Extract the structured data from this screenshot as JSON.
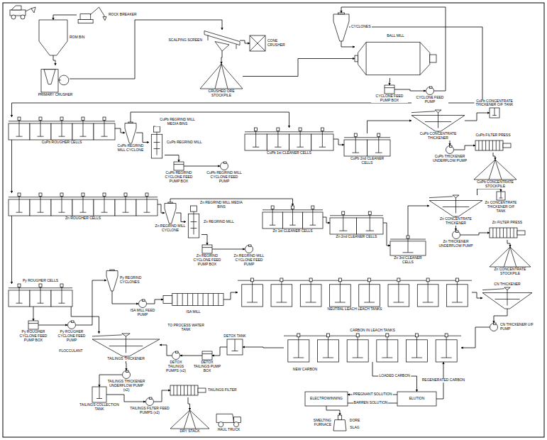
{
  "diagram": {
    "nodes": [
      {
        "text": [
          "ROM BIN"
        ]
      },
      {
        "text": [
          "ROCK BREAKER"
        ]
      },
      {
        "text": [
          "PRIMARY CRUSHER"
        ]
      },
      {
        "text": [
          "SCALPING SCREEN"
        ]
      },
      {
        "text": [
          "CONE CRUSHER"
        ]
      },
      {
        "text": [
          "CRUSHED ORE STOCKPILE"
        ]
      },
      {
        "text": [
          "CYCLONES"
        ]
      },
      {
        "text": [
          "BALL MILL"
        ]
      },
      {
        "text": [
          "CYCLONE FEED PUMP BOX"
        ]
      },
      {
        "text": [
          "CYCLONE FEED PUMP"
        ]
      },
      {
        "text": [
          "CuPb ROUGHER CELLS"
        ]
      },
      {
        "text": [
          "CuPb REGRIND MILL CYCLONE"
        ]
      },
      {
        "text": [
          "CuPb REGRIND MILL"
        ]
      },
      {
        "text": [
          "CuPb REGRIND CYCLONE FEED PUMP BOX"
        ]
      },
      {
        "text": [
          "CuPb REGRIND MILL CYCLONE FEED PUMP"
        ]
      },
      {
        "text": [
          "CuPb 1st CLEANER CELLS"
        ]
      },
      {
        "text": [
          "CuPb 2nd CLEANER CELLS"
        ]
      },
      {
        "text": [
          "CuPb CONCENTRATE THICKENER"
        ]
      },
      {
        "text": [
          "CuPb CONCENTRATE THICKENER O/F TANK"
        ]
      },
      {
        "text": [
          "CuPb THICKENER UNDERFLOW PUMP"
        ]
      },
      {
        "text": [
          "CuPb FILTER PRESS"
        ]
      },
      {
        "text": [
          "CuPb CONCENTRATE STOCKPILE"
        ]
      },
      {
        "text": [
          "Zn ROUGHER CELLS"
        ]
      },
      {
        "text": [
          "Zn REGRIND MILL CYCLONE"
        ]
      },
      {
        "text": [
          "Zn REGRIND MILL"
        ]
      },
      {
        "text": [
          "Zn REGRIND CYCLONE FEED PUMP BOX"
        ]
      },
      {
        "text": [
          "Zn REGRIND MILL CYCLONE FEED PUMP"
        ]
      },
      {
        "text": [
          "Zn 1st CLEANER CELLS"
        ]
      },
      {
        "text": [
          "Zn 2nd CLEANER CELLS"
        ]
      },
      {
        "text": [
          "Zn 3rd CLEANER CELLS"
        ]
      },
      {
        "text": [
          "Zn CONCENTRATE THICKENER"
        ]
      },
      {
        "text": [
          "Zn CONCENTRATE THICKENER O/F TANK"
        ]
      },
      {
        "text": [
          "Zn THICKENER UNDERFLOW PUMP"
        ]
      },
      {
        "text": [
          "Zn FILTER PRESS"
        ]
      },
      {
        "text": [
          "Zn CONCENTRATE STOCKPILE"
        ]
      },
      {
        "text": [
          "Py ROUGHER CELLS"
        ]
      },
      {
        "text": [
          "Py ROUGHER CYCLONE FEED PUMP BOX"
        ]
      },
      {
        "text": [
          "Py ROUGHER CYCLONE FEED PUMP"
        ]
      },
      {
        "text": [
          "Py REGRIND CYCLONES"
        ]
      },
      {
        "text": [
          "ISA MILL FEED PUMP"
        ]
      },
      {
        "text": [
          "ISA MILL"
        ]
      },
      {
        "text": [
          "NEUTRAL LEACH LEACH TANKS"
        ]
      },
      {
        "text": [
          "CN THICKENER"
        ]
      },
      {
        "text": [
          "CN THICKENER U/F PUMP"
        ]
      },
      {
        "text": [
          "CARBON IN LEACH TANKS"
        ]
      },
      {
        "text": [
          "DETOX TANK"
        ]
      },
      {
        "text": [
          "DETOX TAILINGS PUMP BOX"
        ]
      },
      {
        "text": [
          "DETOX TAILINGS PUMPS (x2)"
        ]
      },
      {
        "text": [
          "ELUTION"
        ]
      },
      {
        "text": [
          "ELECTROWINNING"
        ]
      },
      {
        "text": [
          "SMELTING FURNACE"
        ]
      },
      {
        "text": [
          "TAILINGS THICKENER"
        ]
      },
      {
        "text": [
          "TAILINGS THICKENER UNDERFLOW PUMP (x2)"
        ]
      },
      {
        "text": [
          "TAILINGS COLLECTION TANK"
        ]
      },
      {
        "text": [
          "TAILINGS FILTER FEED PUMPS (x2)"
        ]
      },
      {
        "text": [
          "TAILINGS FILTER"
        ]
      },
      {
        "text": [
          "DRY STACK"
        ]
      },
      {
        "text": [
          "HAUL TRUCK"
        ]
      }
    ],
    "edges": [
      {
        "from": 1,
        "to": 0,
        "arrow": "to"
      },
      {
        "from": 0,
        "to": 2,
        "arrow": "to"
      },
      {
        "from": 2,
        "to": 3,
        "arrow": "to"
      },
      {
        "from": 3,
        "to": 4,
        "arrow": "to"
      },
      {
        "from": 3,
        "to": 5,
        "arrow": "to"
      },
      {
        "from": 5,
        "to": 7,
        "arrow": "to"
      },
      {
        "from": 7,
        "to": 8,
        "arrow": "to"
      },
      {
        "from": 8,
        "to": 9,
        "arrow": "to"
      },
      {
        "from": 9,
        "to": 6,
        "arrow": "to"
      },
      {
        "from": 6,
        "to": 7,
        "arrow": "to"
      },
      {
        "from": 6,
        "to": 10,
        "arrow": "to"
      },
      {
        "from": 10,
        "to": 11,
        "arrow": "to"
      },
      {
        "from": 11,
        "to": 12,
        "arrow": "to"
      },
      {
        "from": 12,
        "to": 13,
        "arrow": "to"
      },
      {
        "from": 13,
        "to": 14,
        "arrow": "to"
      },
      {
        "from": 11,
        "to": 15,
        "arrow": "to"
      },
      {
        "from": 15,
        "to": 16,
        "arrow": "to"
      },
      {
        "from": 16,
        "to": 17,
        "arrow": "to"
      },
      {
        "from": 17,
        "to": 19,
        "arrow": "to"
      },
      {
        "from": 19,
        "to": 20,
        "arrow": "to"
      },
      {
        "from": 20,
        "to": 21,
        "arrow": "to"
      },
      {
        "from": 17,
        "to": 18,
        "arrow": "to"
      },
      {
        "from": 10,
        "to": 22,
        "arrow": "to"
      },
      {
        "from": 22,
        "to": 23,
        "arrow": "to"
      },
      {
        "from": 23,
        "to": 24,
        "arrow": "to"
      },
      {
        "from": 24,
        "to": 25,
        "arrow": "to"
      },
      {
        "from": 25,
        "to": 26,
        "arrow": "to"
      },
      {
        "from": 23,
        "to": 27,
        "arrow": "to"
      },
      {
        "from": 27,
        "to": 28,
        "arrow": "to"
      },
      {
        "from": 28,
        "to": 29,
        "arrow": "to"
      },
      {
        "from": 29,
        "to": 30,
        "arrow": "to"
      },
      {
        "from": 30,
        "to": 31,
        "arrow": "to"
      },
      {
        "from": 30,
        "to": 32,
        "arrow": "to"
      },
      {
        "from": 32,
        "to": 33,
        "arrow": "to"
      },
      {
        "from": 33,
        "to": 34,
        "arrow": "to"
      },
      {
        "from": 22,
        "to": 35,
        "arrow": "to"
      },
      {
        "from": 35,
        "to": 36,
        "arrow": "to"
      },
      {
        "from": 36,
        "to": 37,
        "arrow": "to"
      },
      {
        "from": 37,
        "to": 38,
        "arrow": "to"
      },
      {
        "from": 38,
        "to": 39,
        "arrow": "to"
      },
      {
        "from": 39,
        "to": 40,
        "arrow": "to"
      },
      {
        "from": 40,
        "to": 41,
        "arrow": "to"
      },
      {
        "from": 41,
        "to": 42,
        "arrow": "to"
      },
      {
        "from": 42,
        "to": 43,
        "arrow": "to"
      },
      {
        "from": 43,
        "to": 44,
        "arrow": "to"
      },
      {
        "from": 44,
        "to": 45,
        "arrow": "to"
      },
      {
        "from": 45,
        "to": 46,
        "arrow": "to"
      },
      {
        "from": 46,
        "to": 47,
        "arrow": "to"
      },
      {
        "from": 47,
        "to": 51,
        "arrow": "to"
      },
      {
        "from": 35,
        "to": 51,
        "arrow": "to"
      },
      {
        "from": 51,
        "to": 52,
        "arrow": "to"
      },
      {
        "from": 52,
        "to": 53,
        "arrow": "to"
      },
      {
        "from": 53,
        "to": 54,
        "arrow": "to"
      },
      {
        "from": 54,
        "to": 55,
        "arrow": "to"
      },
      {
        "from": 55,
        "to": 56,
        "arrow": "to"
      },
      {
        "from": 44,
        "to": 48,
        "label": "LOADED CARBON",
        "arrow": "to"
      },
      {
        "from": 48,
        "to": 44,
        "label": "REGENERATED CARBON",
        "arrow": "to"
      },
      {
        "from": 48,
        "to": 49,
        "label": "PREGNANT SOLUTION",
        "arrow": "to"
      },
      {
        "from": 49,
        "to": 48,
        "label": "BARREN SOLUTION",
        "arrow": "to"
      },
      {
        "from": 49,
        "to": 50,
        "arrow": "to"
      }
    ],
    "labels": [
      "FLOCCULANT",
      "TO PROCESS WATER TANK",
      "NEW CARBON",
      "DORE",
      "SLAG",
      "CuPb REGRIND MILL MEDIA BINS",
      "Zn REGRIND MILL MEDIA BINS"
    ]
  }
}
